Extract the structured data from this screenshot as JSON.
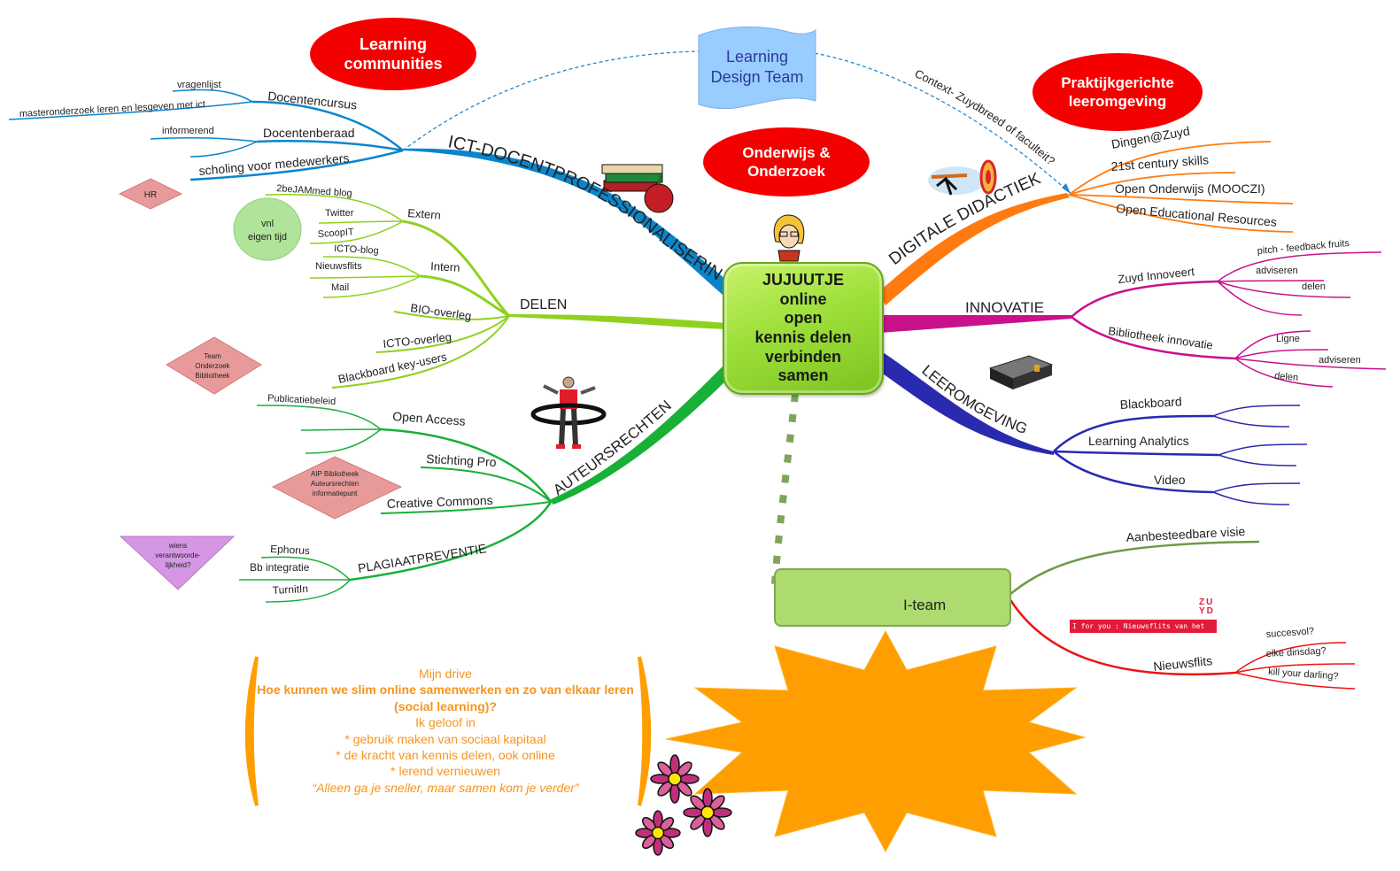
{
  "title": "Mindmap JUJUUTJE",
  "center": {
    "lines": [
      "JUJUUTJE",
      "online",
      "open",
      "kennis delen",
      "verbinden",
      "samen"
    ],
    "color": "#9ee03a"
  },
  "callouts": {
    "learning_communities": [
      "Learning",
      "communities"
    ],
    "onderwijs_onderzoek": [
      "Onderwijs &",
      "Onderzoek"
    ],
    "praktijkgerichte": [
      "Praktijkgerichte",
      "leeromgeving"
    ],
    "learning_design_team": [
      "Learning",
      "Design Team"
    ],
    "context_note": "Context- Zuydbreed of faculteit?",
    "hr": "HR",
    "vnl_eigen_tijd": [
      "vnl",
      "eigen tijd"
    ],
    "team_onderzoek": [
      "Team",
      "Onderzoek",
      "Bibliotheek"
    ],
    "aip": [
      "AIP Bibliotheek",
      "Auteursrechten",
      "informatiepunt"
    ],
    "wiens": [
      "wiens",
      "verantwoorde-",
      "lijkheid?"
    ]
  },
  "branches": {
    "ict": {
      "label": "ICT-DOCENTPROFESSIONALISERING",
      "color": "#0a85cc",
      "children": {
        "docentencursus": {
          "label": "Docentencursus",
          "children": [
            "vragenlijst",
            "masteronderzoek leren en lesgeven met ict"
          ]
        },
        "docentenberaad": {
          "label": "Docentenberaad",
          "children": [
            "informerend",
            ""
          ]
        },
        "scholing": {
          "label": "scholing voor medewerkers"
        }
      }
    },
    "delen": {
      "label": "DELEN",
      "color": "#8fd11e",
      "children": {
        "extern": {
          "label": "Extern",
          "children": [
            "2beJAMmed blog",
            "Twitter",
            "ScoopIT"
          ]
        },
        "intern": {
          "label": "Intern",
          "children": [
            "ICTO-blog",
            "Nieuwsflits",
            "Mail"
          ]
        },
        "bio": "BIO-overleg",
        "icto": "ICTO-overleg",
        "bb": "Blackboard key-users"
      }
    },
    "auteursrechten": {
      "label": "AUTEURSRECHTEN",
      "color": "#19b038",
      "children": {
        "open_access": {
          "label": "Open Access",
          "children": [
            "Publicatiebeleid",
            "",
            ""
          ]
        },
        "stichting": "Stichting Pro",
        "cc": "Creative Commons",
        "plagiaat": {
          "label": "PLAGIAATPREVENTIE",
          "children": [
            "Ephorus",
            "Bb integratie",
            "TurnitIn"
          ]
        }
      }
    },
    "didactiek": {
      "label": "DIGITALE DIDACTIEK",
      "color": "#ff7a0f",
      "children": [
        "Dingen@Zuyd",
        "21st century skills",
        "Open Onderwijs (MOOCZI)",
        "Open Educational Resources"
      ]
    },
    "innovatie": {
      "label": "INNOVATIE",
      "color": "#c8128c",
      "children": {
        "zuyd": {
          "label": "Zuyd Innoveert",
          "children": [
            "pitch - feedback fruits",
            "adviseren",
            "delen",
            ""
          ]
        },
        "bib": {
          "label": "Bibliotheek innovatie",
          "children": [
            "",
            "Ligne",
            "adviseren",
            "delen"
          ]
        }
      }
    },
    "leeromgeving": {
      "label": "LEEROMGEVING",
      "color": "#2a2ab0",
      "children": [
        "Blackboard",
        "Learning Analytics",
        "Video"
      ]
    },
    "iteam": {
      "label": "I-team",
      "children": {
        "visie": "Aanbesteedbare visie",
        "nieuwsflits": {
          "label": "Nieuwsflits",
          "children": [
            "succesvol?",
            "elke dinsdag?",
            "kill your darling?"
          ]
        }
      },
      "zuyd_logo": [
        "ZU",
        "YD"
      ],
      "banner": "I for you : Nieuwsflits van het I-team"
    }
  },
  "drive": {
    "heading": "Mijn drive",
    "question": "Hoe kunnen we slim online samenwerken en zo van elkaar leren (social learning)?",
    "belief": "Ik geloof in",
    "bullets": [
      "* gebruik maken van sociaal kapitaal",
      "* de kracht van kennis delen, ook online",
      "* lerend vernieuwen"
    ],
    "quote": "“Alleen ga je sneller, maar samen kom je verder”"
  },
  "colors": {
    "callout_red": "#f50000",
    "drive_orange": "#f7941d",
    "star_orange": "#ff9e00",
    "diamond_pink": "#e89a9a",
    "triangle_purple": "#d597e3",
    "circle_green": "#b0e49a",
    "ldt_blue": "#99ccff"
  }
}
